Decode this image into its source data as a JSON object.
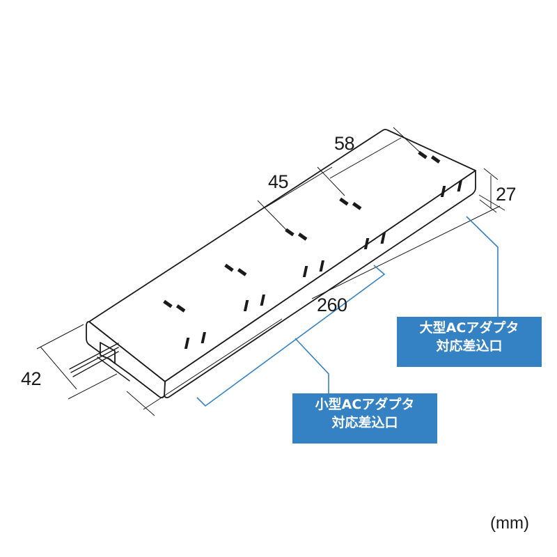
{
  "diagram": {
    "subject": "power strip dimension drawing",
    "dimensions": {
      "total_length": "260",
      "depth": "42",
      "height": "27",
      "spacing_top_small": "45",
      "spacing_top_large": "58"
    },
    "callouts": {
      "large_adapter": {
        "line1": "大型ACアダプタ",
        "line2": "対応差込口"
      },
      "small_adapter": {
        "line1": "小型ACアダプタ",
        "line2": "対応差込口"
      }
    },
    "unit": "(mm)",
    "colors": {
      "line": "#1a1a1a",
      "callout_blue": "#3481c4",
      "callout_text": "#ffffff",
      "background": "#ffffff"
    }
  }
}
